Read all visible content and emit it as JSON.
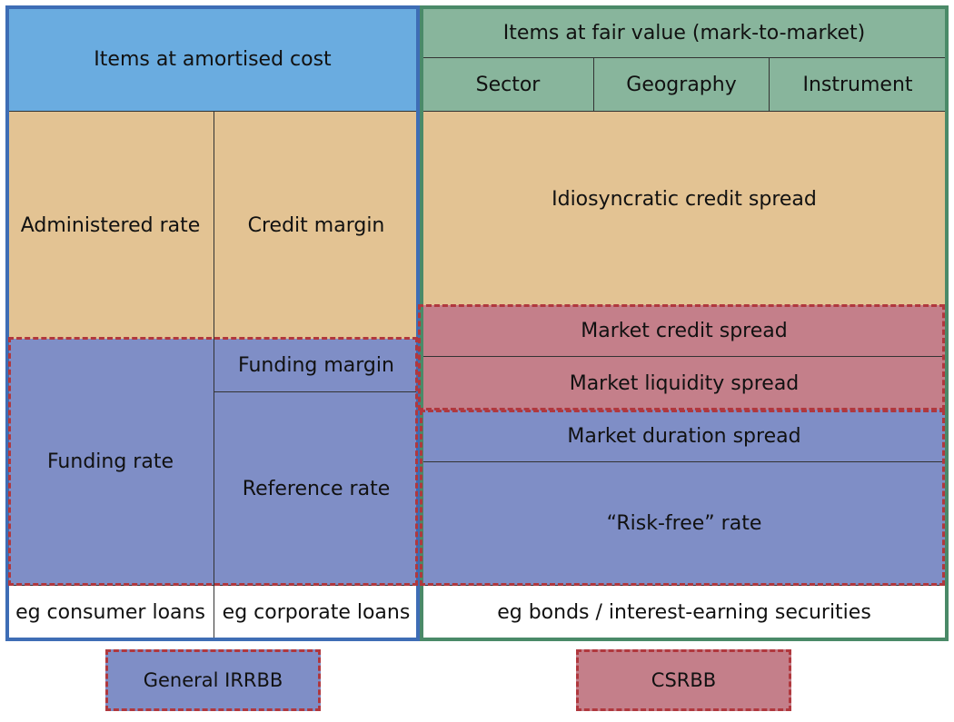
{
  "left": {
    "header": "Items at amortised cost",
    "administered_rate": "Administered rate",
    "credit_margin": "Credit margin",
    "funding_rate": "Funding rate",
    "funding_margin": "Funding margin",
    "reference_rate": "Reference rate",
    "example_consumer": "eg consumer loans",
    "example_corporate": "eg corporate loans"
  },
  "right": {
    "header": "Items at fair value (mark-to-market)",
    "sub_headers": [
      "Sector",
      "Geography",
      "Instrument"
    ],
    "idiosyncratic": "Idiosyncratic credit spread",
    "market_credit": "Market credit spread",
    "market_liquidity": "Market liquidity spread",
    "market_duration": "Market duration spread",
    "risk_free": "“Risk-free” rate",
    "example": "eg bonds / interest-earning securities"
  },
  "legend": {
    "general_irrbb": "General IRRBB",
    "csrbb": "CSRBB"
  },
  "colors": {
    "blue_header": "#6aace0",
    "green_header": "#88b59c",
    "tan": "#e3c393",
    "purple": "#7f8ec6",
    "pink": "#c47f8a",
    "left_frame": "#3e6db5",
    "right_frame": "#4a8a68",
    "dashed_border": "#b0383e"
  }
}
